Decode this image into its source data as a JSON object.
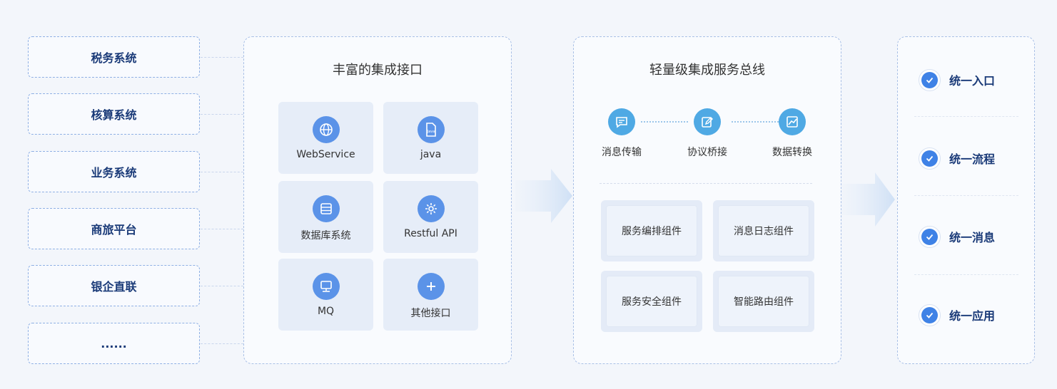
{
  "systems": [
    "税务系统",
    "核算系统",
    "业务系统",
    "商旅平台",
    "银企直联",
    "......"
  ],
  "interfaces": {
    "title": "丰富的集成接口",
    "tiles": [
      {
        "label": "WebService",
        "icon": "globe-icon"
      },
      {
        "label": "java",
        "icon": "java-file-icon"
      },
      {
        "label": "数据库系统",
        "icon": "database-icon"
      },
      {
        "label": "Restful API",
        "icon": "api-gear-icon"
      },
      {
        "label": "MQ",
        "icon": "monitor-icon"
      },
      {
        "label": "其他接口",
        "icon": "plus-icon"
      }
    ]
  },
  "esb": {
    "title": "轻量级集成服务总线",
    "features": [
      {
        "label": "消息传输",
        "icon": "message-icon"
      },
      {
        "label": "协议桥接",
        "icon": "edit-icon"
      },
      {
        "label": "数据转换",
        "icon": "chart-icon"
      }
    ],
    "components": [
      "服务编排组件",
      "消息日志组件",
      "服务安全组件",
      "智能路由组件"
    ]
  },
  "unified": [
    "统一入口",
    "统一流程",
    "统一消息",
    "统一应用"
  ],
  "colors": {
    "accent": "#3f82e6",
    "tile_icon": "#5b93e8",
    "feature_icon": "#4fa9e4",
    "heading_dark": "#1a3a78",
    "background": "#f3f6fb"
  }
}
